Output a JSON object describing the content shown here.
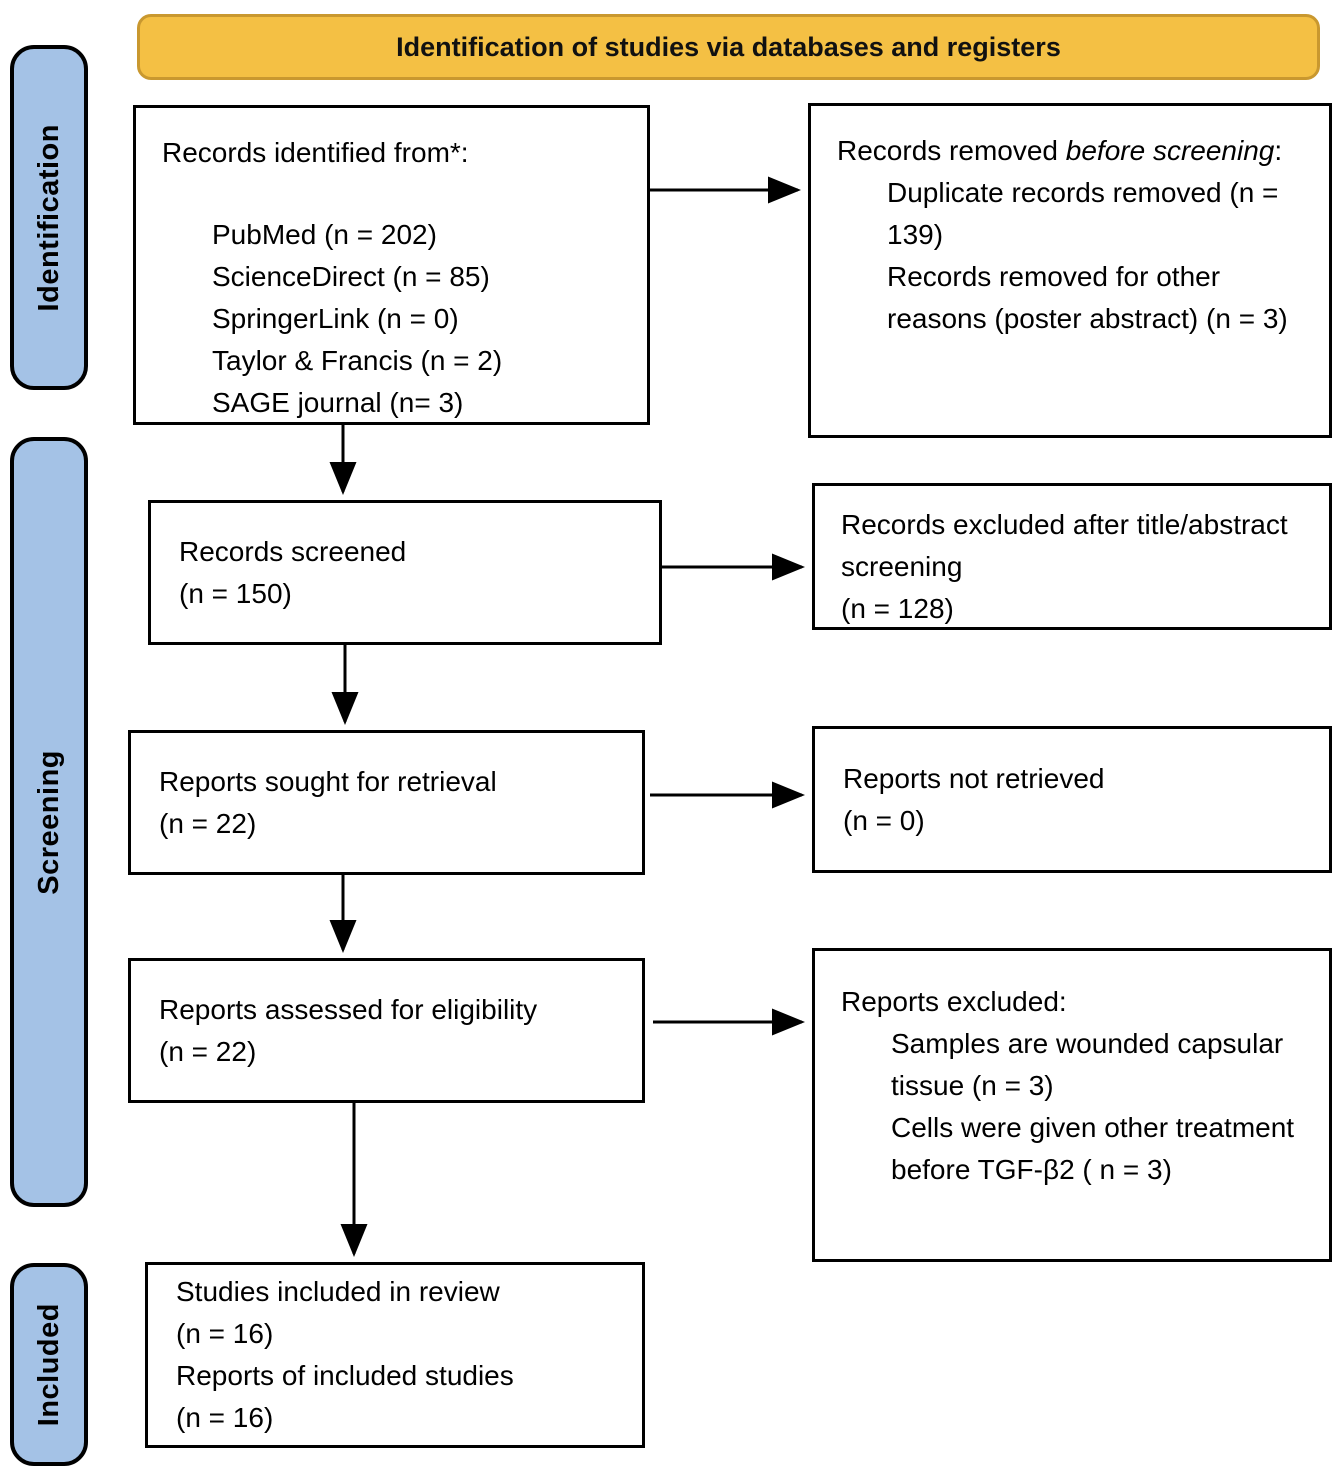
{
  "title": "Identification of studies via databases and registers",
  "colors": {
    "banner_fill": "#F4C044",
    "banner_border": "#C9982F",
    "stage_fill": "#A4C2E6",
    "box_border": "#000000",
    "background": "#FFFFFF"
  },
  "stages": [
    {
      "label": "Identification"
    },
    {
      "label": "Screening"
    },
    {
      "label": "Included"
    }
  ],
  "boxes": {
    "identified": {
      "heading": "Records identified from*:",
      "items": [
        "PubMed (n = 202)",
        "ScienceDirect (n = 85)",
        "SpringerLink (n = 0)",
        "Taylor & Francis (n = 2)",
        "SAGE journal (n= 3)"
      ]
    },
    "removed_before_screening": {
      "heading_regular": "Records removed ",
      "heading_italic": "before screening",
      "heading_suffix": ":",
      "items": [
        "Duplicate records removed (n = 139)",
        "Records removed for other reasons (poster abstract) (n = 3)"
      ]
    },
    "screened": {
      "line1": "Records screened",
      "line2": "(n = 150)"
    },
    "excluded_title_abstract": {
      "line1": "Records excluded after title/abstract screening",
      "line2": "(n = 128)"
    },
    "sought": {
      "line1": "Reports sought for retrieval",
      "line2": "(n = 22)"
    },
    "not_retrieved": {
      "line1": "Reports not retrieved",
      "line2": "(n = 0)"
    },
    "assessed": {
      "line1": "Reports assessed for eligibility",
      "line2": "(n = 22)"
    },
    "reports_excluded": {
      "heading": "Reports excluded:",
      "items": [
        "Samples are wounded capsular tissue (n = 3)",
        "Cells were given other treatment before TGF-β2 ( n = 3)"
      ]
    },
    "included": {
      "line1": "Studies included in review",
      "line2": "(n = 16)",
      "line3": "Reports of included studies",
      "line4": "(n = 16)"
    }
  }
}
